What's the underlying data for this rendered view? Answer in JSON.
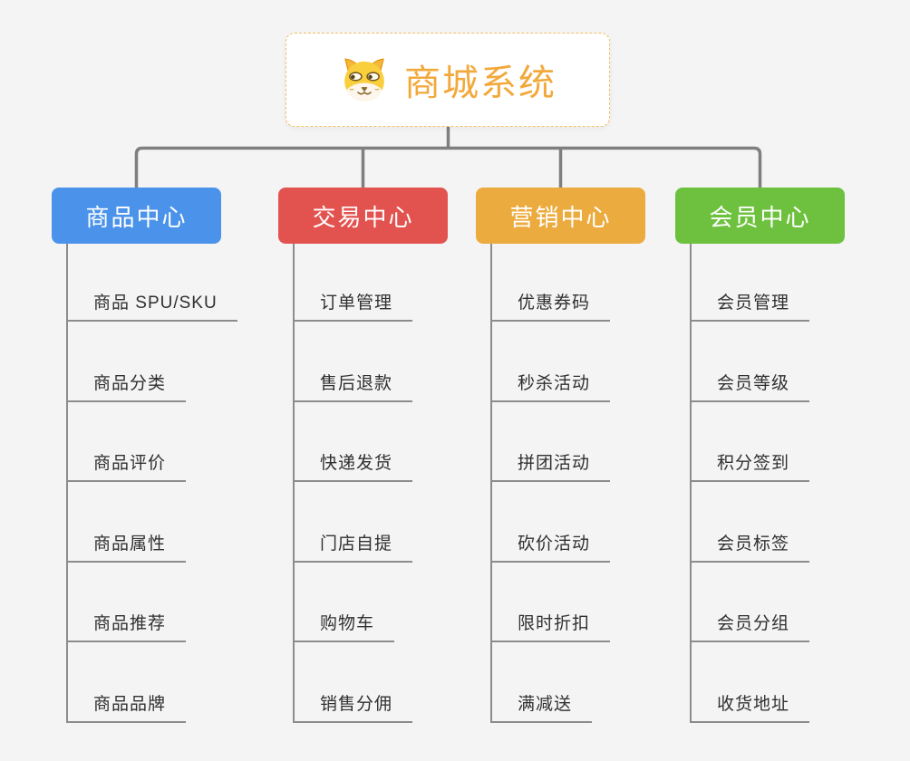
{
  "root": {
    "title": "商城系统",
    "icon": "shiba-dog-icon"
  },
  "branches": [
    {
      "label": "商品中心",
      "color": "#4b93ea",
      "children": [
        "商品 SPU/SKU",
        "商品分类",
        "商品评价",
        "商品属性",
        "商品推荐",
        "商品品牌"
      ]
    },
    {
      "label": "交易中心",
      "color": "#e25350",
      "children": [
        "订单管理",
        "售后退款",
        "快递发货",
        "门店自提",
        "购物车",
        "销售分佣"
      ]
    },
    {
      "label": "营销中心",
      "color": "#ecab3e",
      "children": [
        "优惠券码",
        "秒杀活动",
        "拼团活动",
        "砍价活动",
        "限时折扣",
        "满减送"
      ]
    },
    {
      "label": "会员中心",
      "color": "#6ec13e",
      "children": [
        "会员管理",
        "会员等级",
        "积分签到",
        "会员标签",
        "会员分组",
        "收货地址"
      ]
    }
  ],
  "colors": {
    "background": "#f4f4f5",
    "root_accent": "#f2a93c",
    "root_border": "#f3c064",
    "connector": "#7f7f7f",
    "child_line": "#8c8c8c",
    "child_text": "#303030"
  }
}
